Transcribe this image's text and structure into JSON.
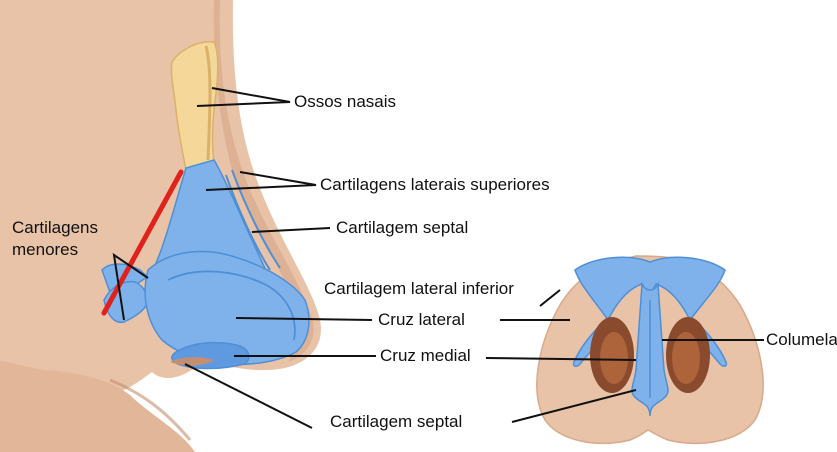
{
  "colors": {
    "skin": "#e8c3a8",
    "skin_shadow": "#d8a98b",
    "skin_dark": "#c48f70",
    "bone": "#f5d79a",
    "bone_edge": "#d9b26a",
    "cartilage": "#7fb2ea",
    "cartilage_dark": "#4f8fd6",
    "nostril": "#8a4a2e",
    "nostril_inner": "#b56a3f",
    "highlight_line": "#e0221c",
    "leader_line": "#111111"
  },
  "labels": {
    "nasal_bones": "Ossos nasais",
    "upper_lateral": "Cartilagens laterais superiores",
    "septal_upper": "Cartilagem septal",
    "minor_cart_line1": "Cartilagens",
    "minor_cart_line2": "menores",
    "lower_lateral": "Cartilagem lateral inferior",
    "lateral_crus": "Cruz lateral",
    "medial_crus": "Cruz medial",
    "columella": "Columela",
    "septal_lower": "Cartilagem septal"
  },
  "icons": {
    "side_view": "nose-side-view-illustration",
    "base_view": "nose-base-view-illustration"
  }
}
